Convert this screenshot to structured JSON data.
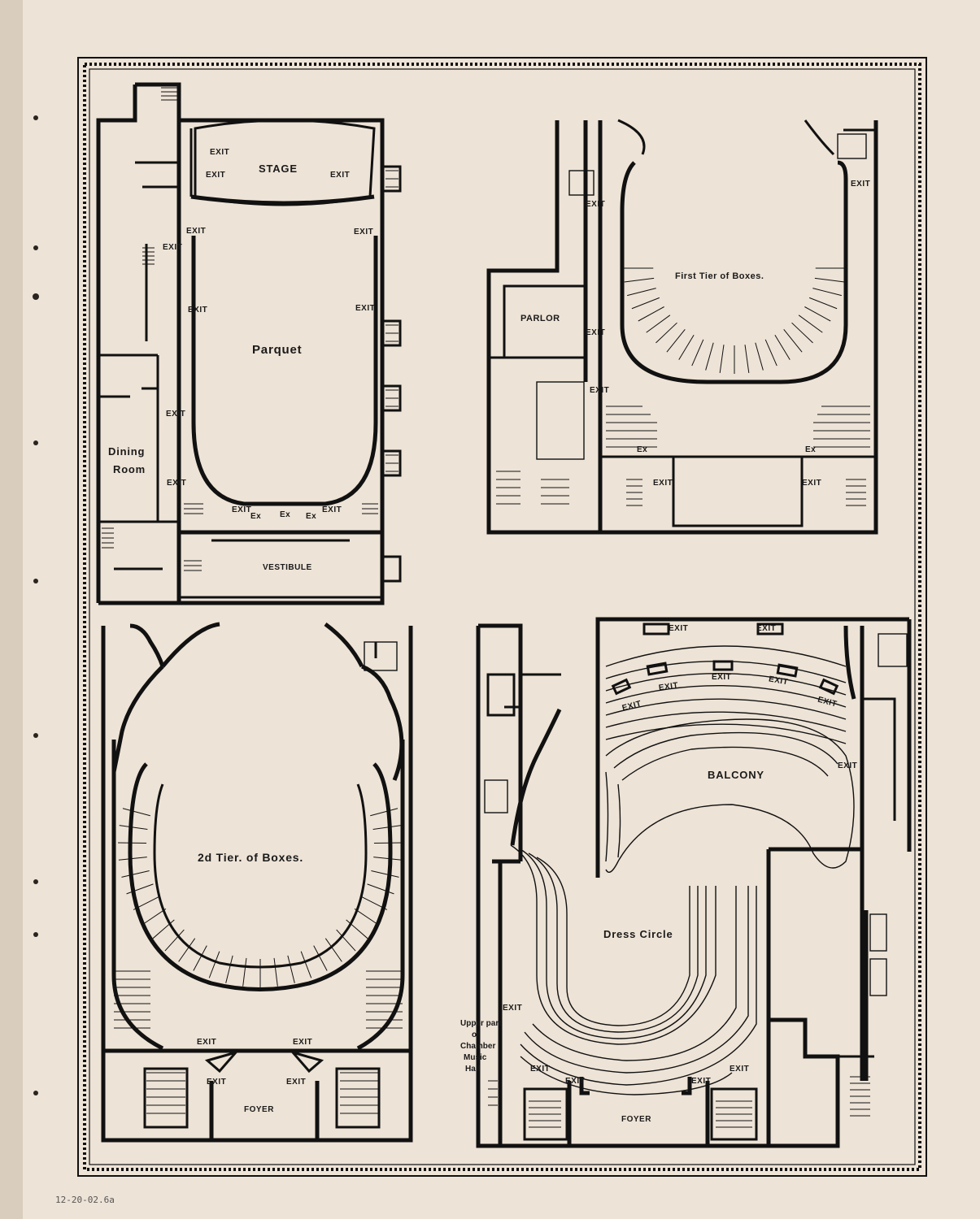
{
  "labels": {
    "exit": "EXIT",
    "ex": "Ex",
    "stage": "STAGE",
    "parquet": "Parquet",
    "vestibule": "VESTIBULE",
    "dining_room_line1": "Dining",
    "dining_room_line2": "Room",
    "first_tier": "First Tier of Boxes.",
    "parlor": "PARLOR",
    "second_tier": "2d Tier. of Boxes.",
    "foyer": "FOYER",
    "balcony": "BALCONY",
    "dress_circle": "Dress Circle",
    "chamber_line1": "Upper part",
    "chamber_line2": "of",
    "chamber_line3": "Chamber",
    "chamber_line4": "Music",
    "chamber_line5": "Hall"
  },
  "margin_note": "12-20-02.6a",
  "colors": {
    "paper": "#ede3d6",
    "ink": "#111111",
    "edge": "#d9cdbd"
  }
}
